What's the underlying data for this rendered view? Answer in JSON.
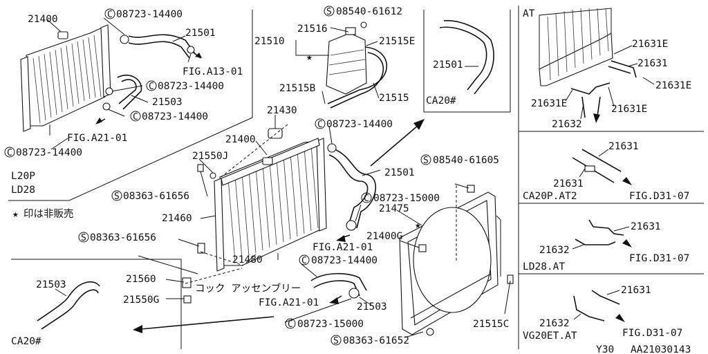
{
  "labels": {
    "p21400_top": "21400",
    "c_08723_14400_a": "08723-14400",
    "p21501_top": "21501",
    "fig_a13_01": "FIG.A13-01",
    "c_08723_14400_b": "08723-14400",
    "p21503_top": "21503",
    "c_08723_14400_c": "08723-14400",
    "fig_a21_01_top": "FIG.A21-01",
    "c_08723_14400_d": "08723-14400",
    "l20p": "L20P",
    "ld28": "LD28",
    "note_not_for_sale": "印は非販売",
    "s_08540_61612": "08540-61612",
    "p21516": "21516",
    "p21510": "21510",
    "p21515e": "21515E",
    "p21515b": "21515B",
    "p21515": "21515",
    "p21430": "21430",
    "c_08723_14400_e": "08723-14400",
    "p21400_mid": "21400",
    "p21550j": "21550J",
    "s_08363_61656_a": "08363-61656",
    "p21460": "21460",
    "s_08363_61656_b": "08363-61656",
    "p21501_mid": "21501",
    "c_08723_15000_a": "08723-15000",
    "p21475": "21475",
    "p21400g": "21400G",
    "fig_a21_01_mid": "FIG.A21-01",
    "c_08723_14400_f": "08723-14400",
    "p21480": "21480",
    "p21560": "21560",
    "cock_assembly": "コック アッセンブリー",
    "p21550g": "21550G",
    "fig_a21_01_low": "FIG.A21-01",
    "p21503_low": "21503",
    "c_08723_15000_b": "08723-15000",
    "s_08363_61652": "08363-61652",
    "p21515c": "21515C",
    "s_08540_61605": "08540-61605",
    "p21501_ca20": "21501",
    "ca20_top": "CA20#",
    "p21503_ca20": "21503",
    "ca20_bottom": "CA20#",
    "at": "AT",
    "p21631e_a": "21631E",
    "p21631_a": "21631",
    "p21631e_b": "21631E",
    "p21631e_c": "21631E",
    "p21631e_d": "21631E",
    "p21632_a": "21632",
    "p21631_b": "21631",
    "p21631_c": "21631",
    "ca20p_at2": "CA20P.AT2",
    "fig_d31_07_a": "FIG.D31-07",
    "p21631_d": "21631",
    "p21632_b": "21632",
    "ld28_at": "LD28.AT",
    "fig_d31_07_b": "FIG.D31-07",
    "p21631_e": "21631",
    "p21632_c": "21632",
    "vg20et_at": "VG20ET.AT",
    "fig_d31_07_c": "FIG.D31-07",
    "y30": "Y30",
    "ref_code": "AA21030143"
  },
  "prefix": {
    "clamp": "C",
    "screw": "S"
  }
}
